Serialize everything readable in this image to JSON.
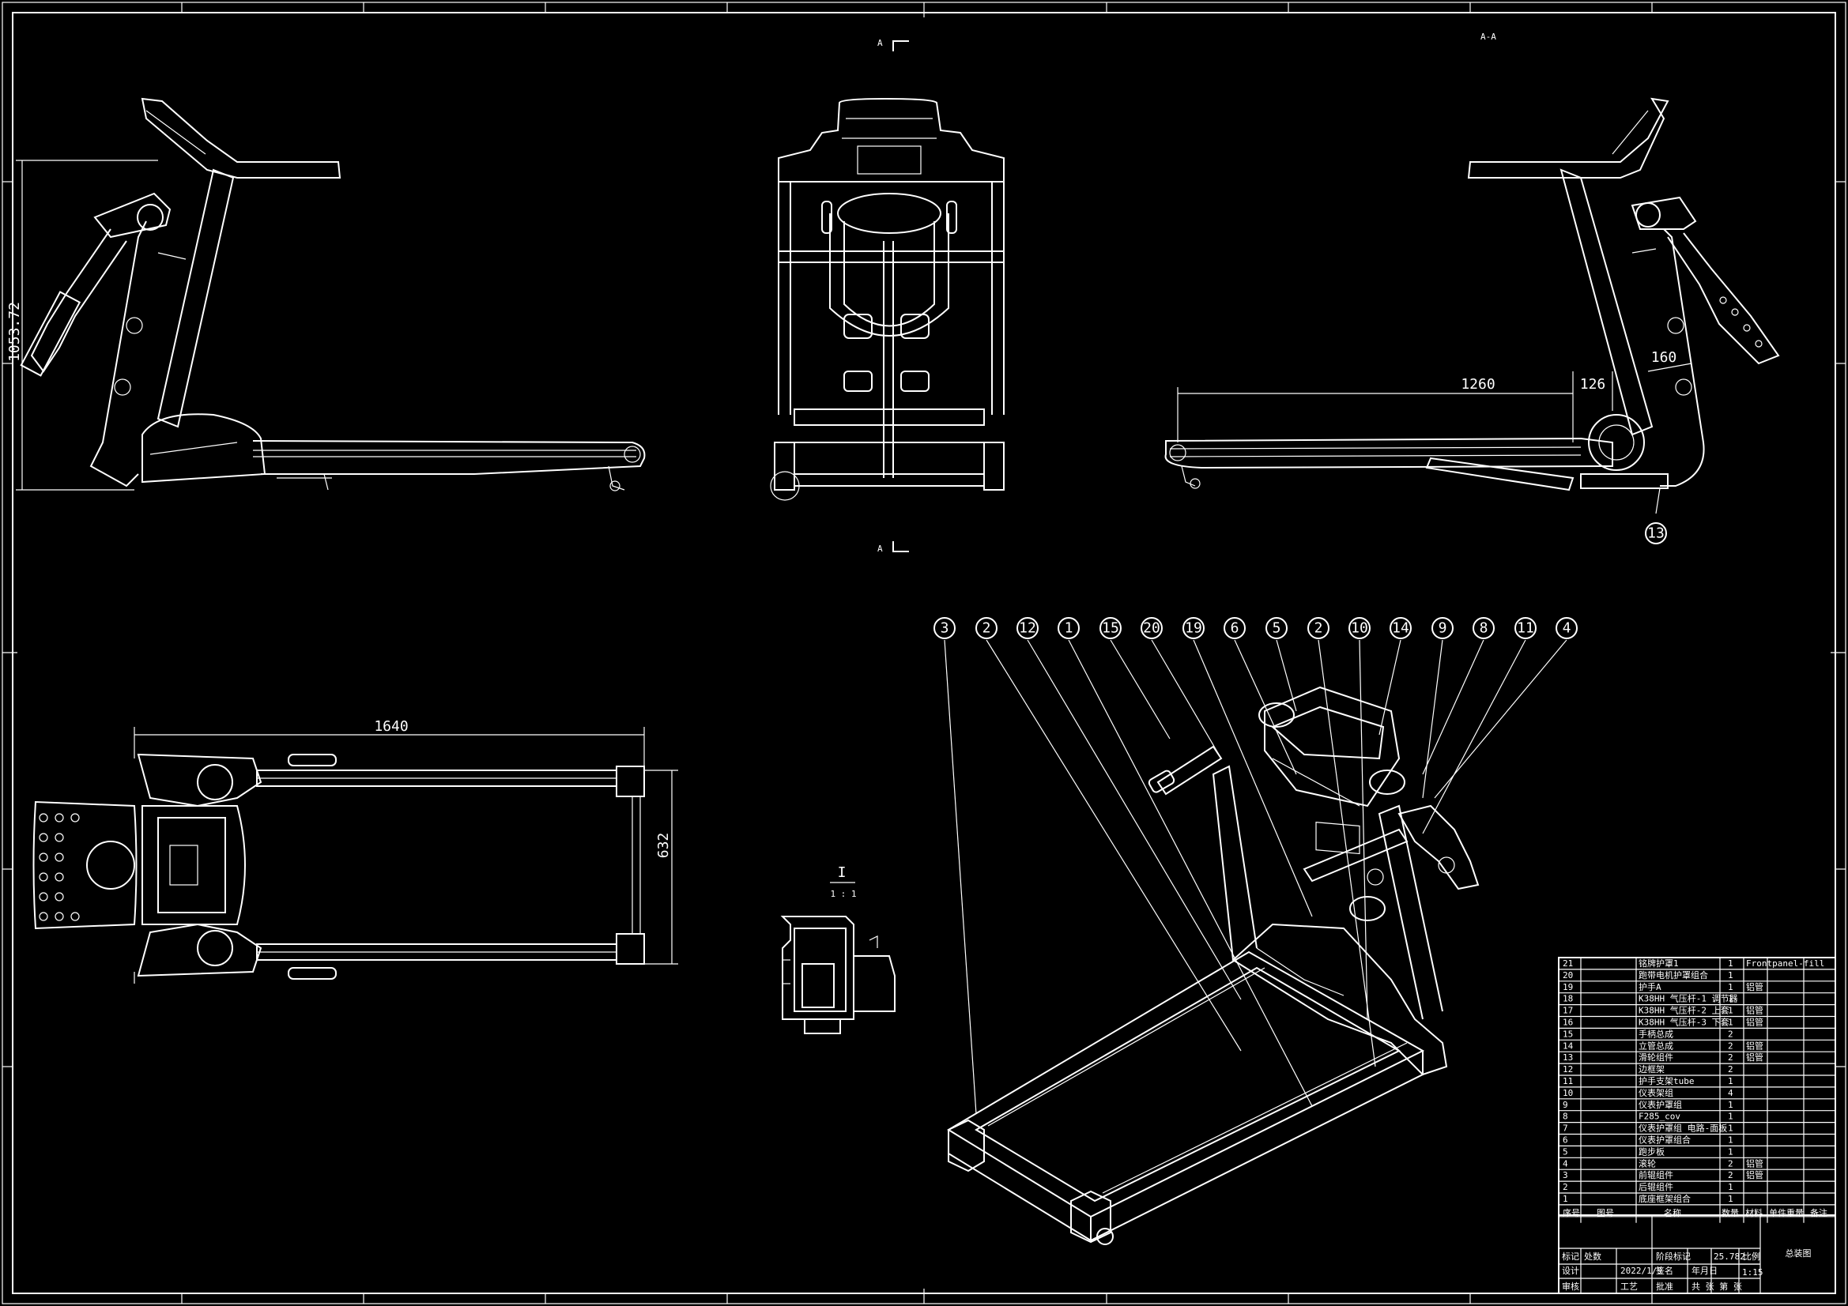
{
  "labels": {
    "section_top": "A",
    "section_bottom": "A",
    "section_view": "A-A",
    "detail_num": "I",
    "detail_scale": "1 : 1"
  },
  "dimensions": {
    "height_side": "1053.72",
    "len_1260": "1260",
    "len_126": "126",
    "len_160": "160",
    "len_1640": "1640",
    "width_632": "632"
  },
  "balloons": {
    "side_right": "13",
    "iso": [
      "3",
      "2",
      "12",
      "1",
      "15",
      "20",
      "19",
      "6",
      "5",
      "2",
      "10",
      "14",
      "9",
      "8",
      "11",
      "4"
    ]
  },
  "bom": {
    "rows": [
      {
        "no": "21",
        "name": "铭牌护罩1",
        "qty": "1",
        "mat": "Frontpanel-fill"
      },
      {
        "no": "20",
        "name": "跑带电机护罩组合",
        "qty": "1",
        "mat": ""
      },
      {
        "no": "19",
        "name": "护手A",
        "qty": "1",
        "mat": "铝管"
      },
      {
        "no": "18",
        "name": "K38HH 气压杆-1 调节器",
        "qty": "1",
        "mat": ""
      },
      {
        "no": "17",
        "name": "K38HH 气压杆-2 上套",
        "qty": "1",
        "mat": "铝管"
      },
      {
        "no": "16",
        "name": "K38HH 气压杆-3 下套",
        "qty": "1",
        "mat": "铝管"
      },
      {
        "no": "15",
        "name": "手柄总成",
        "qty": "2",
        "mat": ""
      },
      {
        "no": "14",
        "name": "立管总成",
        "qty": "2",
        "mat": "铝管"
      },
      {
        "no": "13",
        "name": "滑轮组件",
        "qty": "2",
        "mat": "铝管"
      },
      {
        "no": "12",
        "name": "边框架",
        "qty": "2",
        "mat": ""
      },
      {
        "no": "11",
        "name": "护手支架tube",
        "qty": "1",
        "mat": ""
      },
      {
        "no": "10",
        "name": "仪表架组",
        "qty": "4",
        "mat": ""
      },
      {
        "no": "9",
        "name": "仪表护罩组",
        "qty": "1",
        "mat": ""
      },
      {
        "no": "8",
        "name": "F285_cov",
        "qty": "1",
        "mat": ""
      },
      {
        "no": "7",
        "name": "仪表护罩组 电路-面板",
        "qty": "1",
        "mat": ""
      },
      {
        "no": "6",
        "name": "仪表护罩组合",
        "qty": "1",
        "mat": ""
      },
      {
        "no": "5",
        "name": "跑步板",
        "qty": "1",
        "mat": ""
      },
      {
        "no": "4",
        "name": "滚轮",
        "qty": "2",
        "mat": "铝管"
      },
      {
        "no": "3",
        "name": "前辊组件",
        "qty": "2",
        "mat": "铝管"
      },
      {
        "no": "2",
        "name": "后辊组件",
        "qty": "1",
        "mat": ""
      },
      {
        "no": "1",
        "name": "底座框架组合",
        "qty": "1",
        "mat": ""
      }
    ],
    "header": {
      "no": "序号",
      "code": "图号",
      "name": "名称",
      "qty": "数量",
      "mat": "材料",
      "w1": "单件重量",
      "note": "备注"
    }
  },
  "title_block": {
    "drawing_name": "总装图",
    "scale_label": "比例",
    "scale": "1:15",
    "weight": "25.782",
    "date": "2022/1/9",
    "mark": "标记",
    "count": "处数",
    "design": "设计",
    "review": "审核",
    "process": "工艺",
    "approve": "批准",
    "stage": "阶段标记",
    "sheet": "共 张 第 张",
    "sign": "签名",
    "ymd": "年月日"
  }
}
